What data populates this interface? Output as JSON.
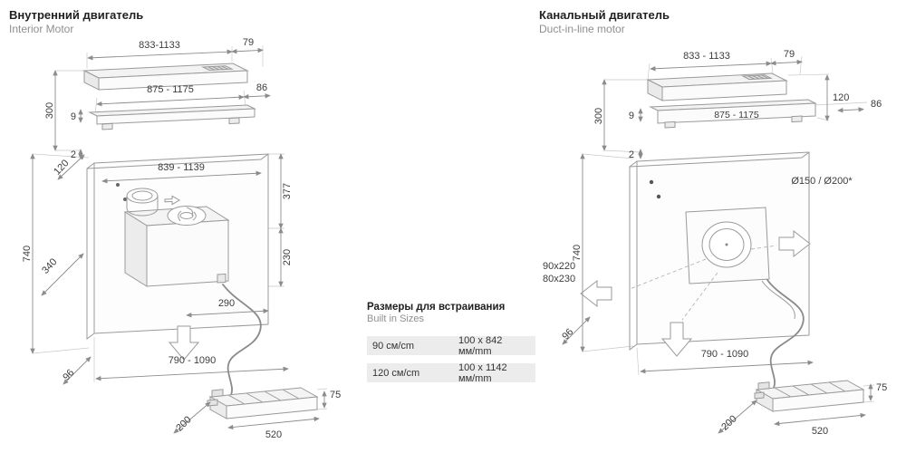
{
  "colors": {
    "title_text": "#1f1f1f",
    "subtitle_text": "#8f8f8f",
    "dim_text": "#3c3c3c",
    "draw_line": "#9a9a9a",
    "dim_line": "#8c8c8c",
    "ext_line": "#c9c9c9",
    "row_bg": "#ececec"
  },
  "left_diagram": {
    "title_ru": "Внутренний двигатель",
    "title_en": "Interior Motor",
    "labels": {
      "top_width": "833-1133",
      "overhang": "79",
      "frame_width": "875 - 1175",
      "frame_overhang": "86",
      "lip": "9",
      "hood_height": "300",
      "gap": "2",
      "depth_top": "120",
      "panel_width": "839 - 1139",
      "upper_height": "377",
      "motor_height": "230",
      "panel_height": "740",
      "motor_depth": "340",
      "motor_offset": "290",
      "bottom_depth": "96",
      "bottom_width": "790 - 1090",
      "box_height": "75",
      "box_depth": "200",
      "box_width": "520"
    }
  },
  "right_diagram": {
    "title_ru": "Канальный двигатель",
    "title_en": "Duct-in-line motor",
    "labels": {
      "top_width": "833 - 1133",
      "overhang": "79",
      "top_height": "120",
      "frame_width": "875 - 1175",
      "frame_overhang": "86",
      "lip": "9",
      "hood_height": "300",
      "gap": "2",
      "duct_diameter": "Ø150 / Ø200*",
      "duct_rect_1": "90x220",
      "duct_rect_2": "80x230",
      "panel_height": "740",
      "bottom_depth": "96",
      "bottom_width": "790 - 1090",
      "box_height": "75",
      "box_depth": "200",
      "box_width": "520"
    }
  },
  "built_in_table": {
    "title_ru": "Размеры для встраивания",
    "title_en": "Built in Sizes",
    "rows": [
      {
        "size": "90 см/cm",
        "dimensions": "100 x 842 мм/mm"
      },
      {
        "size": "120 см/cm",
        "dimensions": "100 x 1142 мм/mm"
      }
    ]
  }
}
